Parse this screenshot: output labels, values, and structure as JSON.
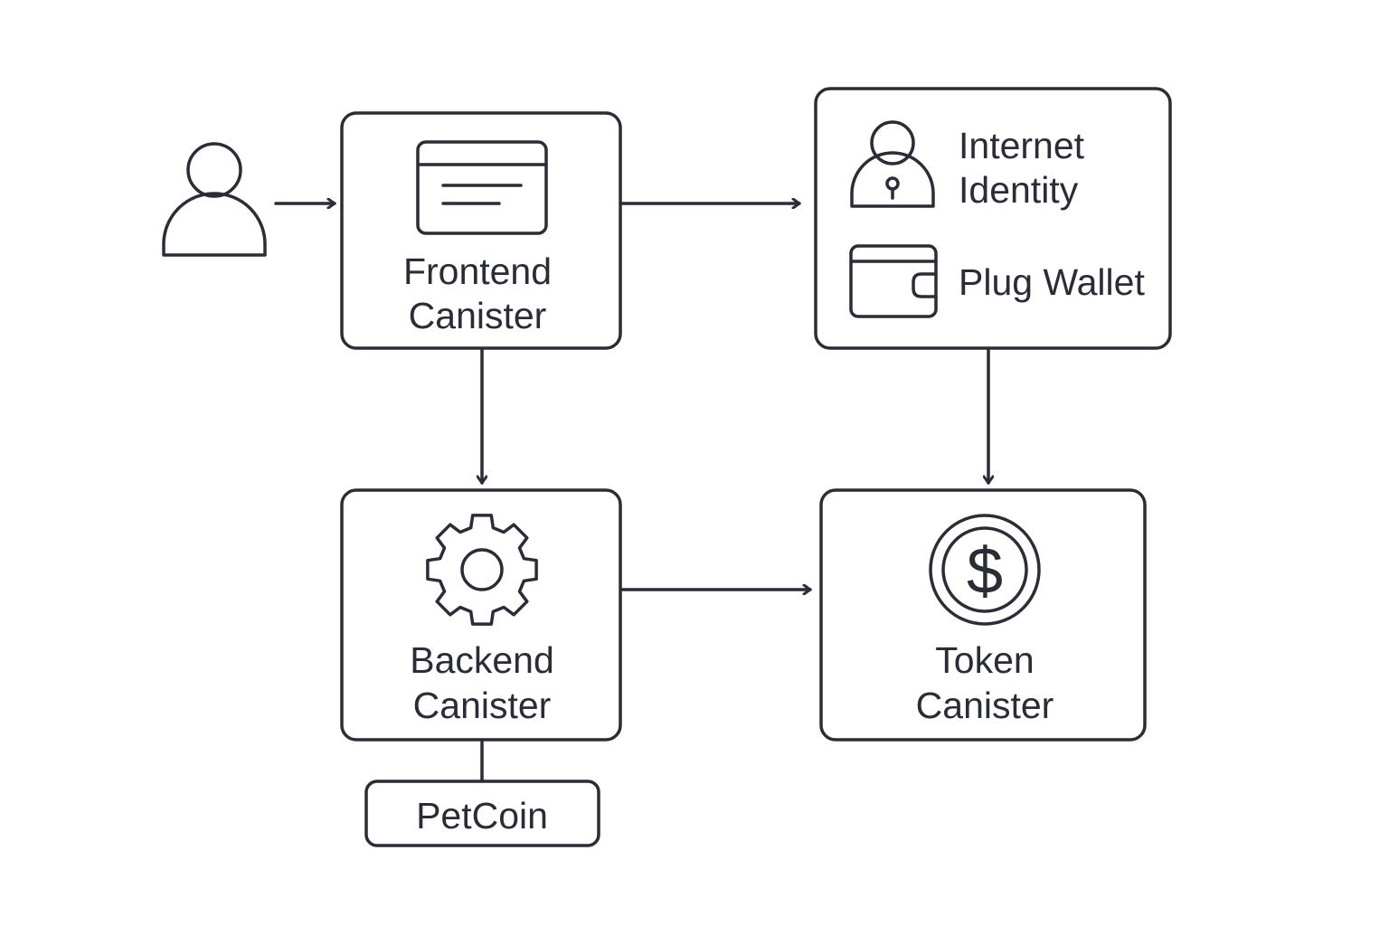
{
  "diagram": {
    "colors": {
      "stroke": "#2a2d35",
      "background": "#ffffff"
    },
    "user": {
      "icon": "user-icon"
    },
    "frontend": {
      "line1": "Frontend",
      "line2": "Canister",
      "icon": "browser-window-icon"
    },
    "auth": {
      "internet_identity": {
        "line1": "Internet",
        "line2": "Identity",
        "icon": "user-lock-icon"
      },
      "plug_wallet": {
        "label": "Plug Wallet",
        "icon": "wallet-icon"
      }
    },
    "backend": {
      "line1": "Backend",
      "line2": "Canister",
      "icon": "gear-icon"
    },
    "token": {
      "line1": "Token",
      "line2": "Canister",
      "icon": "dollar-coin-icon"
    },
    "petcoin": {
      "label": "PetCoin"
    },
    "edges": [
      {
        "from": "user",
        "to": "frontend"
      },
      {
        "from": "frontend",
        "to": "auth"
      },
      {
        "from": "frontend",
        "to": "backend"
      },
      {
        "from": "auth",
        "to": "token"
      },
      {
        "from": "backend",
        "to": "token"
      },
      {
        "from": "backend",
        "to": "petcoin"
      }
    ]
  }
}
